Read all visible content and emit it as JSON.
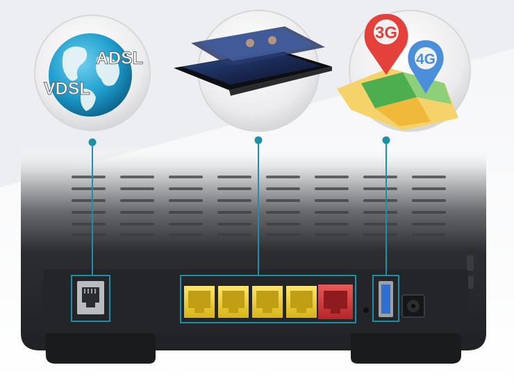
{
  "bubbles": {
    "internet": {
      "label_top": "ADSL",
      "label_bottom": "VDSL",
      "icon": "globe-icon"
    },
    "media": {
      "icon": "tablet-icon"
    },
    "mobile": {
      "pin_left": "3G",
      "pin_right": "4G",
      "icon": "map-pins-icon"
    }
  },
  "colors": {
    "lan_port": "#f2d52a",
    "wan_port": "#d8393a",
    "usb_port": "#2f6fd1",
    "connector_line": "#1d8fa6",
    "router_body": "#2a2b2e"
  },
  "router": {
    "lan_port_count": 4,
    "wan_port_count": 1
  }
}
